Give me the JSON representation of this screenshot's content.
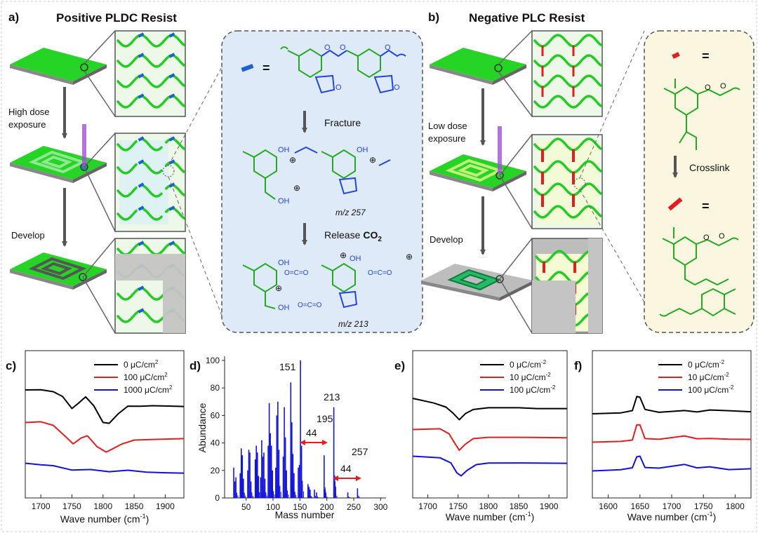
{
  "panel_a": {
    "letter": "a)",
    "title": "Positive PLDC Resist",
    "step1": "High dose",
    "step1b": "exposure",
    "step2": "Develop"
  },
  "inset_a": {
    "equals": "=",
    "step1": "Fracture",
    "mz1": "m/z 257",
    "step2": "Release",
    "step2_bold": "CO",
    "step2_sub": "2",
    "mz2": "m/z 213",
    "oh": "OH",
    "oco": "O=C=O",
    "plus": "⊕"
  },
  "panel_b": {
    "letter": "b)",
    "title": "Negative PLC Resist",
    "step1": "Low dose",
    "step1b": "exposure",
    "step2": "Develop"
  },
  "inset_b": {
    "equals": "=",
    "step1": "Crosslink"
  },
  "colors": {
    "green": "#22cc22",
    "blue_unit": "#1e5fd6",
    "red_crosslink": "#e21e1e",
    "inset_a_bg": "#deeaf7",
    "inset_b_bg": "#faf6df",
    "chem_blue": "#2345e0"
  },
  "chart_data": [
    {
      "panel": "c)",
      "type": "line",
      "xlabel_main": "Wave number (cm",
      "xlabel_sup": "-1",
      "xlabel_end": ")",
      "xticks": [
        "1700",
        "1750",
        "1800",
        "1850",
        "1900"
      ],
      "xlim": [
        1675,
        1930
      ],
      "series": [
        {
          "name": "0 μC/cm",
          "sup": "2",
          "color": "#000000",
          "values": [
            [
              1675,
              556
            ],
            [
              1700,
              556
            ],
            [
              1720,
              558
            ],
            [
              1735,
              566
            ],
            [
              1750,
              582
            ],
            [
              1762,
              574
            ],
            [
              1772,
              566
            ],
            [
              1785,
              578
            ],
            [
              1800,
              603
            ],
            [
              1810,
              603
            ],
            [
              1825,
              590
            ],
            [
              1840,
              579
            ],
            [
              1860,
              579
            ],
            [
              1880,
              579
            ],
            [
              1930,
              579
            ]
          ]
        },
        {
          "name": "100 μC/cm",
          "sup": "2",
          "color": "#e21e1e",
          "values": [
            [
              1675,
              602
            ],
            [
              1700,
              602
            ],
            [
              1720,
              606
            ],
            [
              1740,
              623
            ],
            [
              1752,
              633
            ],
            [
              1765,
              624
            ],
            [
              1775,
              622
            ],
            [
              1790,
              636
            ],
            [
              1805,
              645
            ],
            [
              1815,
              640
            ],
            [
              1830,
              633
            ],
            [
              1850,
              628
            ],
            [
              1880,
              626
            ],
            [
              1930,
              626
            ]
          ]
        },
        {
          "name": "1000 μC/cm",
          "sup": "2",
          "color": "#1010e0",
          "values": [
            [
              1675,
              660
            ],
            [
              1700,
              663
            ],
            [
              1720,
              664
            ],
            [
              1750,
              670
            ],
            [
              1780,
              670
            ],
            [
              1810,
              672
            ],
            [
              1840,
              671
            ],
            [
              1870,
              673
            ],
            [
              1900,
              674
            ],
            [
              1930,
              675
            ]
          ]
        }
      ]
    },
    {
      "panel": "d)",
      "type": "bar",
      "xlabel": "Mass number",
      "ylabel": "Abundance",
      "xlim": [
        10,
        310
      ],
      "ylim": [
        0,
        102
      ],
      "xticks": [
        "50",
        "100",
        "150",
        "200",
        "250",
        "300"
      ],
      "yticks": [
        "0",
        "20",
        "40",
        "60",
        "80",
        "100"
      ],
      "peak_labels": [
        "151",
        "213",
        "195",
        "257"
      ],
      "diff_labels": [
        "44",
        "44"
      ],
      "x": [
        27,
        29,
        31,
        39,
        41,
        43,
        45,
        53,
        55,
        57,
        59,
        67,
        69,
        71,
        73,
        77,
        79,
        81,
        83,
        85,
        91,
        93,
        95,
        97,
        99,
        105,
        107,
        109,
        111,
        119,
        121,
        123,
        125,
        133,
        135,
        137,
        139,
        147,
        149,
        151,
        153,
        165,
        167,
        169,
        177,
        181,
        195,
        197,
        213,
        215,
        239,
        257
      ],
      "values": [
        22,
        12,
        15,
        18,
        36,
        31,
        14,
        20,
        35,
        33,
        12,
        28,
        38,
        33,
        16,
        15,
        42,
        30,
        33,
        14,
        38,
        69,
        47,
        38,
        20,
        22,
        60,
        70,
        35,
        30,
        66,
        44,
        20,
        84,
        55,
        32,
        18,
        22,
        24,
        100,
        38,
        10,
        8,
        6,
        6,
        4,
        31,
        6,
        66,
        12,
        4,
        7
      ]
    },
    {
      "panel": "e)",
      "type": "line",
      "xlabel_main": "Wave number (cm",
      "xlabel_sup": "-1",
      "xlabel_end": ")",
      "xticks": [
        "1700",
        "1750",
        "1800",
        "1850",
        "1900"
      ],
      "xlim": [
        1675,
        1930
      ],
      "series": [
        {
          "name": "0 μC/cm",
          "sup": "-2",
          "color": "#000000",
          "values": [
            [
              1675,
              568
            ],
            [
              1710,
              575
            ],
            [
              1730,
              580
            ],
            [
              1742,
              590
            ],
            [
              1752,
              598
            ],
            [
              1762,
              590
            ],
            [
              1775,
              584
            ],
            [
              1800,
              581
            ],
            [
              1850,
              582
            ],
            [
              1880,
              582
            ],
            [
              1930,
              583
            ]
          ]
        },
        {
          "name": "10 μC/cm",
          "sup": "-2",
          "color": "#e21e1e",
          "values": [
            [
              1675,
              612
            ],
            [
              1720,
              612
            ],
            [
              1735,
              618
            ],
            [
              1745,
              633
            ],
            [
              1752,
              642
            ],
            [
              1762,
              633
            ],
            [
              1775,
              626
            ],
            [
              1800,
              623
            ],
            [
              1850,
              624
            ],
            [
              1930,
              624
            ]
          ]
        },
        {
          "name": "100 μC/cm",
          "sup": "-2",
          "color": "#1010e0",
          "values": [
            [
              1675,
              650
            ],
            [
              1720,
              653
            ],
            [
              1738,
              660
            ],
            [
              1748,
              674
            ],
            [
              1755,
              679
            ],
            [
              1765,
              670
            ],
            [
              1780,
              663
            ],
            [
              1800,
              660
            ],
            [
              1850,
              660
            ],
            [
              1930,
              661
            ]
          ]
        }
      ]
    },
    {
      "panel": "f)",
      "type": "line",
      "xlabel_main": "Wave number (cm",
      "xlabel_sup": "-1",
      "xlabel_end": ")",
      "xticks": [
        "1600",
        "1650",
        "1700",
        "1750",
        "1800"
      ],
      "xlim": [
        1575,
        1825
      ],
      "series": [
        {
          "name": "0 μC/cm",
          "sup": "-2",
          "color": "#000000",
          "values": [
            [
              1575,
              590
            ],
            [
              1620,
              589
            ],
            [
              1638,
              585
            ],
            [
              1645,
              566
            ],
            [
              1650,
              566
            ],
            [
              1658,
              584
            ],
            [
              1680,
              588
            ],
            [
              1720,
              585
            ],
            [
              1740,
              588
            ],
            [
              1760,
              584
            ],
            [
              1790,
              586
            ],
            [
              1825,
              587
            ]
          ]
        },
        {
          "name": "10 μC/cm",
          "sup": "-2",
          "color": "#e21e1e",
          "values": [
            [
              1575,
              630
            ],
            [
              1620,
              630
            ],
            [
              1638,
              627
            ],
            [
              1645,
              606
            ],
            [
              1650,
              606
            ],
            [
              1658,
              625
            ],
            [
              1680,
              627
            ],
            [
              1720,
              621
            ],
            [
              1740,
              626
            ],
            [
              1760,
              625
            ],
            [
              1790,
              626
            ],
            [
              1825,
              627
            ]
          ]
        },
        {
          "name": "100 μC/cm",
          "sup": "-2",
          "color": "#1010e0",
          "values": [
            [
              1575,
              671
            ],
            [
              1620,
              670
            ],
            [
              1638,
              667
            ],
            [
              1645,
              651
            ],
            [
              1650,
              651
            ],
            [
              1658,
              666
            ],
            [
              1680,
              668
            ],
            [
              1720,
              662
            ],
            [
              1740,
              667
            ],
            [
              1760,
              666
            ],
            [
              1790,
              669
            ],
            [
              1825,
              669
            ]
          ]
        }
      ]
    }
  ]
}
